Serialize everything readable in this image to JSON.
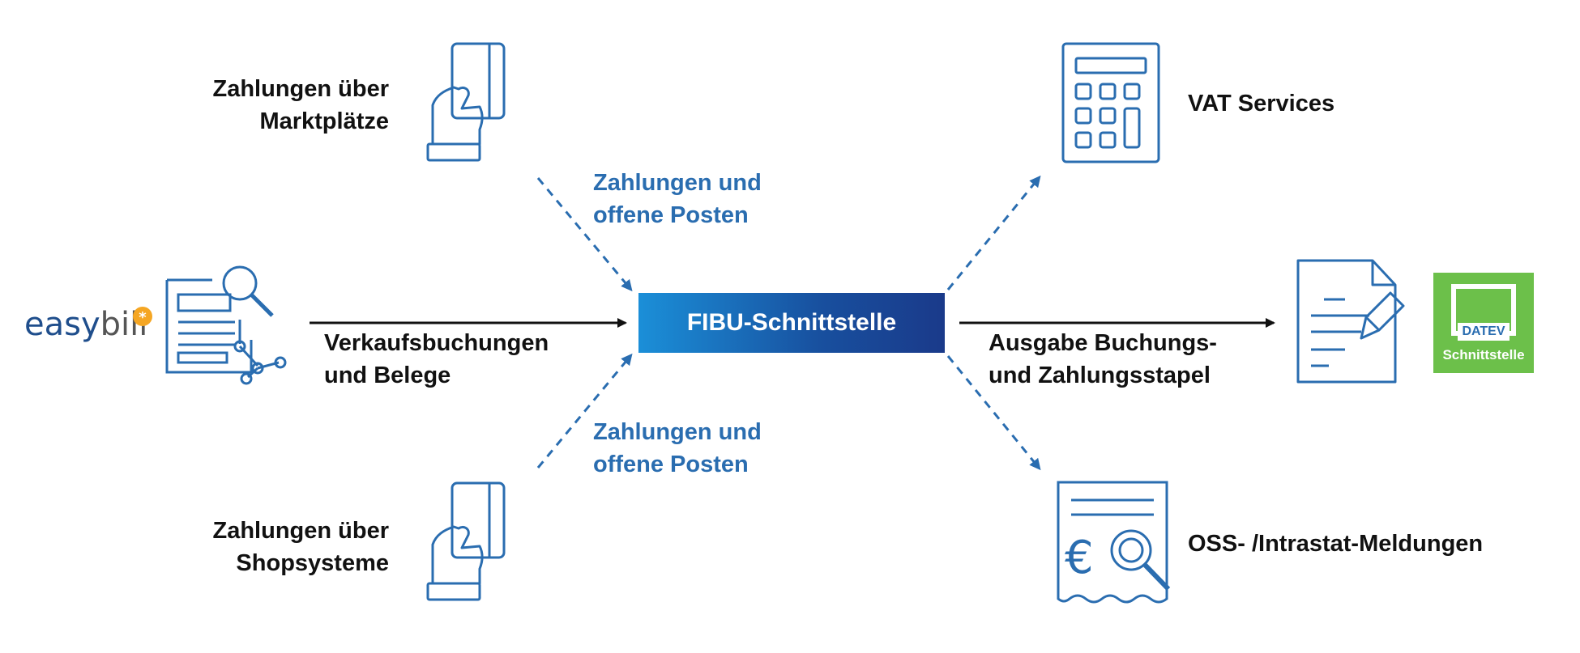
{
  "brand": {
    "easy": "easy",
    "bill": "bill"
  },
  "center": {
    "label": "FIBU-Schnittstelle"
  },
  "left": {
    "top_label": [
      "Zahlungen über",
      "Marktplätze"
    ],
    "bottom_label": [
      "Zahlungen über",
      "Shopsysteme"
    ],
    "arrow_label": [
      "Verkaufsbuchungen",
      "und Belege"
    ],
    "dashed_top_label": [
      "Zahlungen und",
      "offene Posten"
    ],
    "dashed_bottom_label": [
      "Zahlungen und",
      "offene Posten"
    ]
  },
  "right": {
    "vat_label": "VAT Services",
    "arrow_label": [
      "Ausgabe Buchungs-",
      "und Zahlungsstapel"
    ],
    "oss_label": "OSS- /Intrastat-Meldungen",
    "datev_tag": "DATEV",
    "datev_sub": "Schnittstelle"
  },
  "colors": {
    "icon_blue": "#2a6db0",
    "accent_orange": "#f5a623",
    "datev_green": "#6cc04a"
  }
}
